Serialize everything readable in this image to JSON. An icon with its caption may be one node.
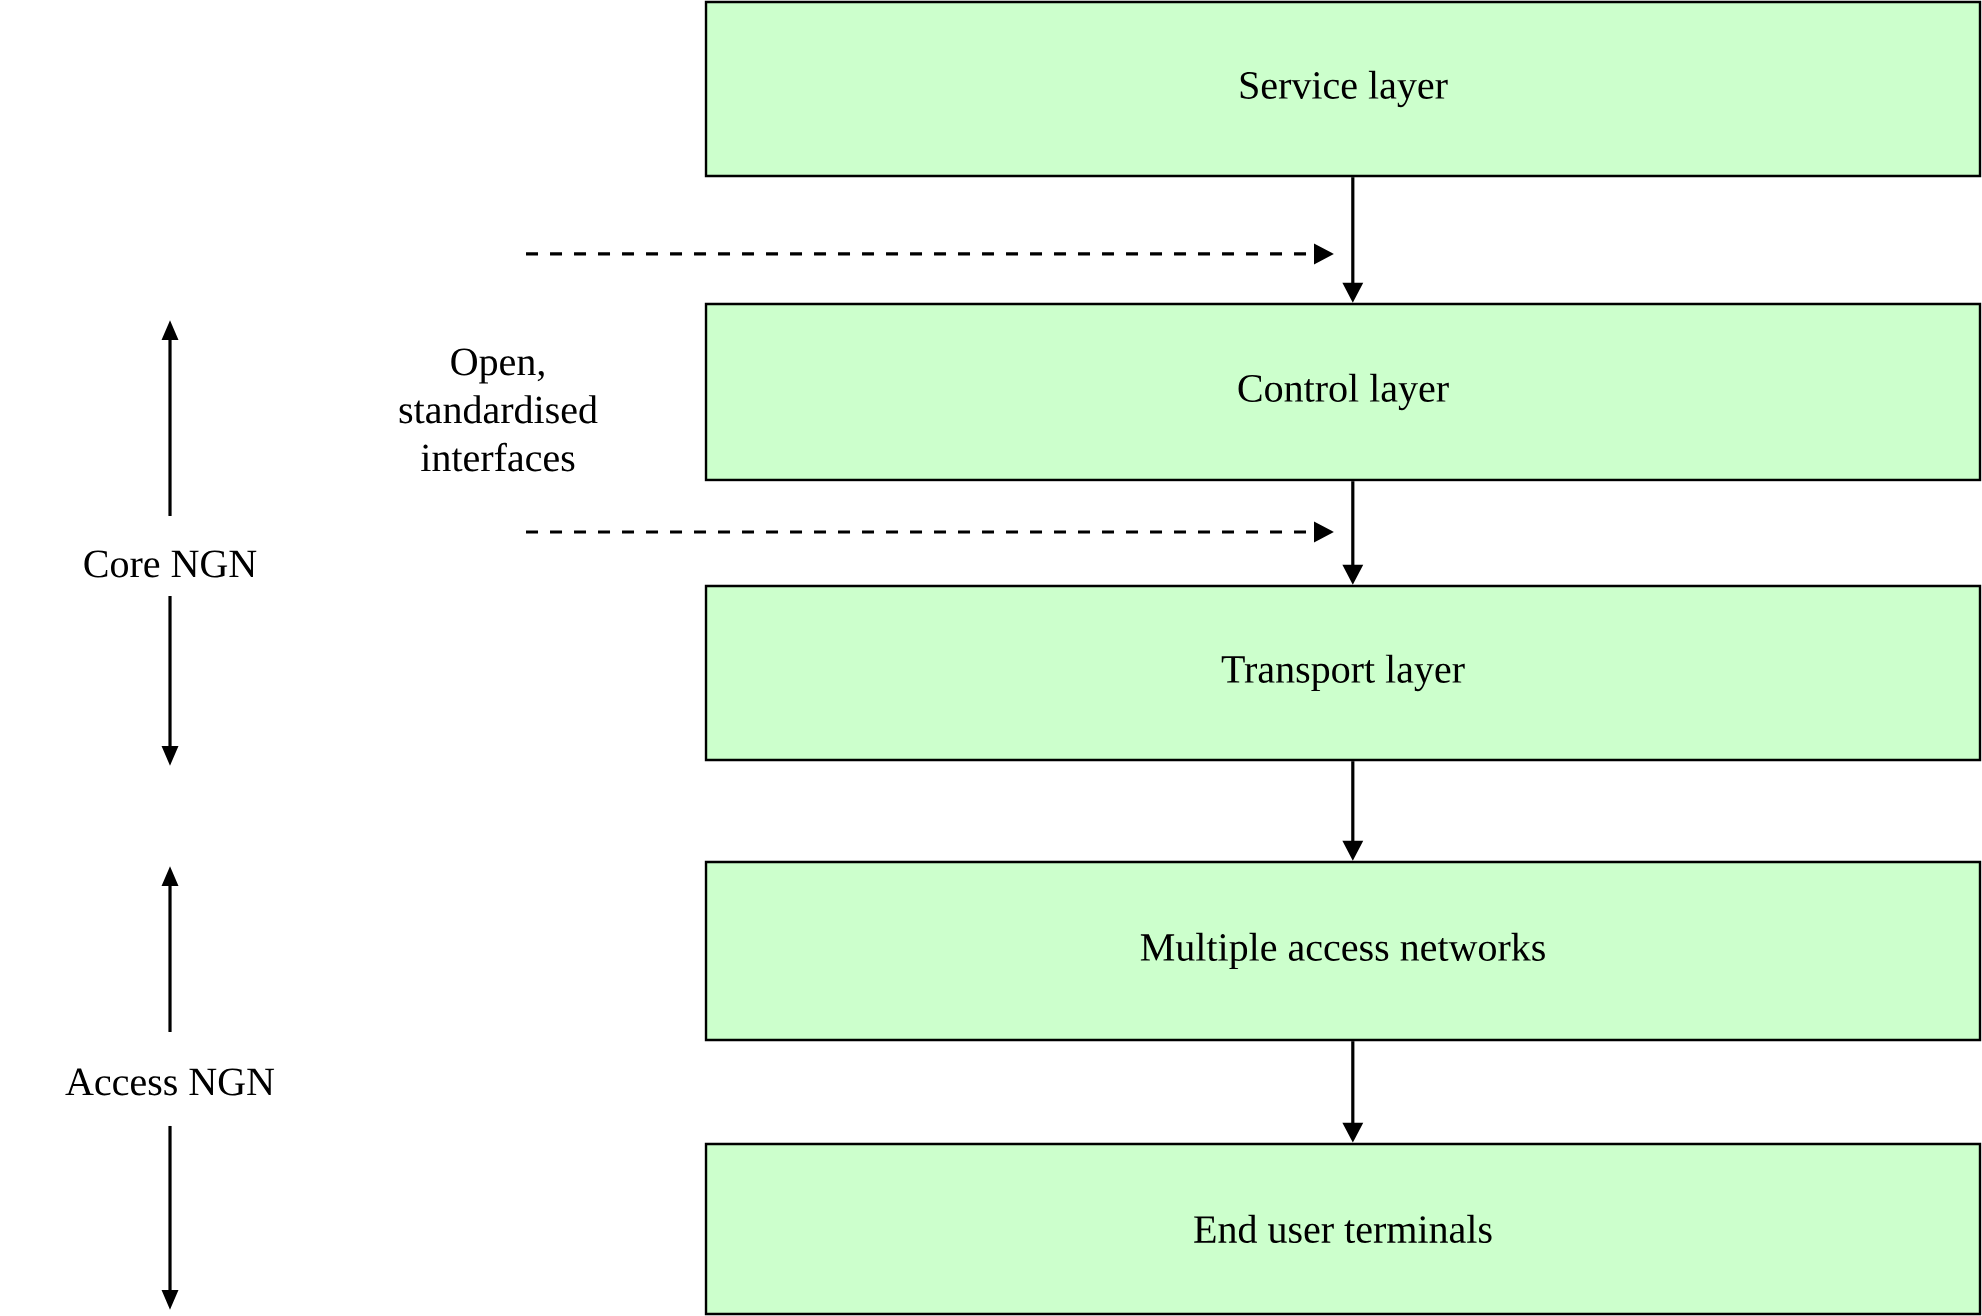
{
  "diagram": {
    "nodes": [
      {
        "text": [
          "Service layer"
        ]
      },
      {
        "text": [
          "Control layer"
        ]
      },
      {
        "text": [
          "Transport layer"
        ]
      },
      {
        "text": [
          "Multiple access networks"
        ]
      },
      {
        "text": [
          "End user terminals"
        ]
      },
      {
        "text": [
          "Open, standardised interfaces"
        ]
      }
    ],
    "edges": [
      {
        "from": 0,
        "to": 1,
        "arrow": "to"
      },
      {
        "from": 1,
        "to": 2,
        "arrow": "to"
      },
      {
        "from": 2,
        "to": 3,
        "arrow": "to"
      },
      {
        "from": 3,
        "to": 4,
        "arrow": "to"
      },
      {
        "from": 5,
        "to": null,
        "arrow": "to",
        "style": "dashed"
      },
      {
        "from": 5,
        "to": null,
        "arrow": "to",
        "style": "dashed"
      }
    ],
    "labels": [
      "Core NGN",
      "Access NGN"
    ]
  }
}
